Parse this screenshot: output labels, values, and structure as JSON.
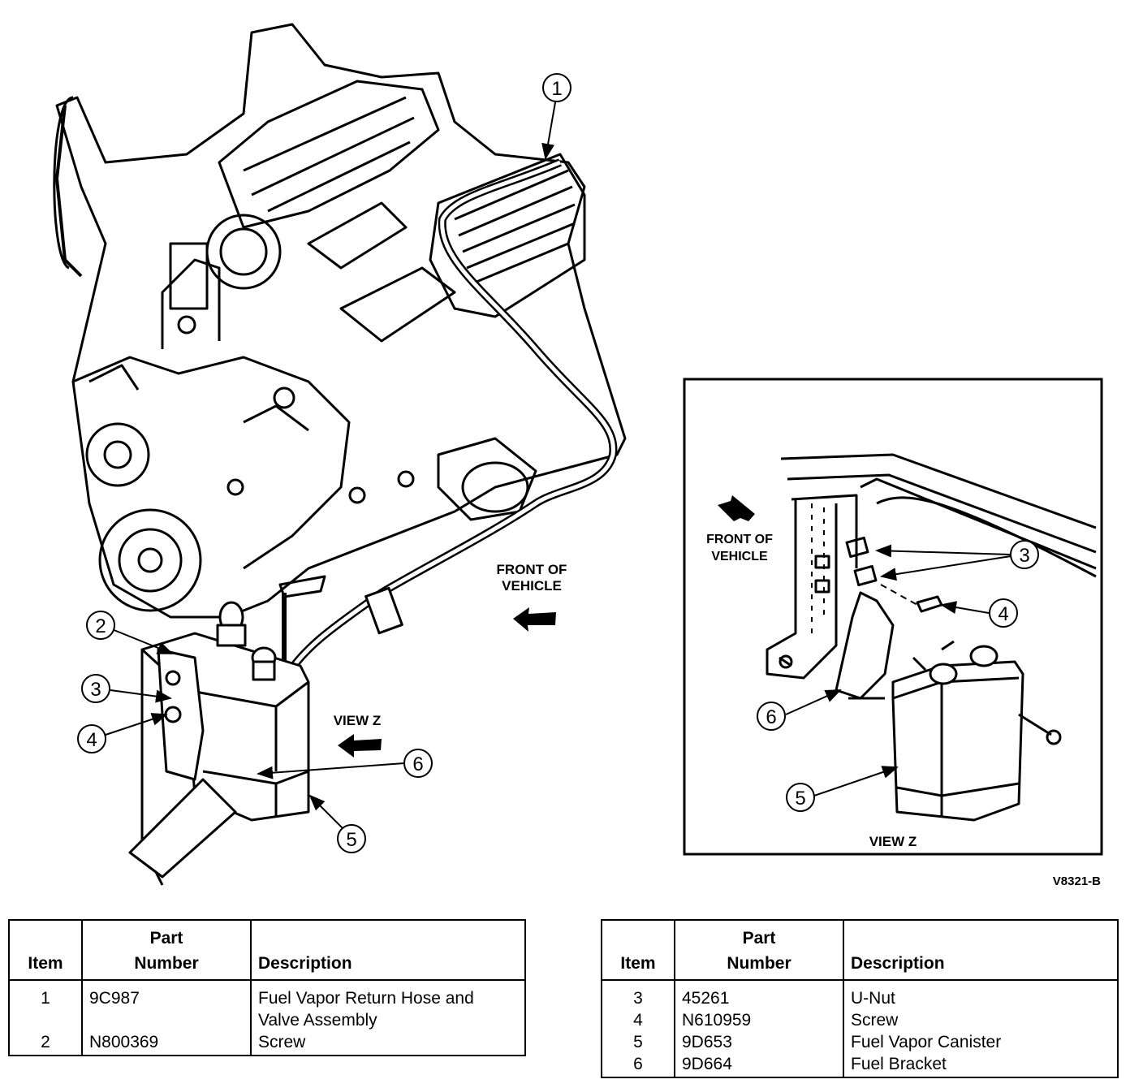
{
  "figure": {
    "labels": {
      "front_of_vehicle_main": [
        "FRONT OF",
        "VEHICLE"
      ],
      "view_z_main": "VIEW Z",
      "front_of_vehicle_inset": [
        "FRONT OF",
        "VEHICLE"
      ],
      "view_z_inset": "VIEW Z",
      "figure_code": "V8321-B"
    },
    "main_callouts": [
      "1",
      "2",
      "3",
      "4",
      "6",
      "5"
    ],
    "inset_callouts": [
      "3",
      "4",
      "6",
      "5"
    ]
  },
  "table_left": {
    "headers": {
      "item": "Item",
      "part_line1": "Part",
      "part_line2": "Number",
      "description": "Description"
    },
    "rows": [
      {
        "item": "1",
        "part": "9C987",
        "description": "Fuel Vapor Return Hose and Valve Assembly"
      },
      {
        "item": "2",
        "part": "N800369",
        "description": "Screw"
      }
    ]
  },
  "table_right": {
    "headers": {
      "item": "Item",
      "part_line1": "Part",
      "part_line2": "Number",
      "description": "Description"
    },
    "rows": [
      {
        "item": "3",
        "part": "45261",
        "description": "U-Nut"
      },
      {
        "item": "4",
        "part": "N610959",
        "description": "Screw"
      },
      {
        "item": "5",
        "part": "9D653",
        "description": "Fuel Vapor Canister"
      },
      {
        "item": "6",
        "part": "9D664",
        "description": "Fuel Bracket"
      }
    ]
  }
}
